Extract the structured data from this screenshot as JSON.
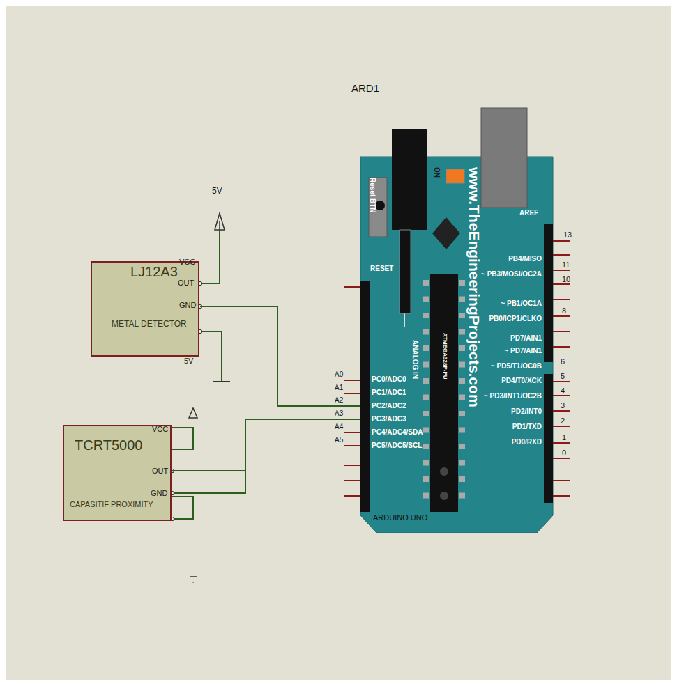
{
  "diagram": {
    "nodes": [
      {
        "text": [
          "LJ12A3",
          "METAL DETECTOR"
        ]
      },
      {
        "text": [
          "TCRT5000",
          "CAPASITIF PROXIMITY"
        ]
      },
      {
        "text": [
          "ARD1",
          "ARDUINO UNO"
        ]
      }
    ],
    "edges": [
      {
        "from": 0,
        "to": 2,
        "arrow": "none"
      },
      {
        "from": 1,
        "to": 2,
        "arrow": "none"
      }
    ],
    "labels": [
      "5V",
      "VCC",
      "OUT",
      "GND",
      "5V",
      "VCC",
      "OUT",
      "GND",
      "Reset BTN",
      "ON",
      "www.TheEngineeringProjects.com",
      "AREF",
      "RESET",
      "ANALOG IN",
      "ATMEGA328P-PU",
      "13",
      "PB4/MISO",
      "11",
      "~ PB3/MOSI/OC2A",
      "10",
      "~ PB1/OC1A",
      "PB0/ICP1/CLKO",
      "8",
      "PD7/AIN1",
      "6",
      "~ PD7/AIN1",
      "5",
      "~ PD5/T1/OC0B",
      "4",
      "PD4/T0/XCK",
      "3",
      "~ PD3/INT1/OC2B",
      "2",
      "PD2/INT0",
      "1",
      "PD1/TXD",
      "0",
      "PD0/RXD",
      "A0",
      "A1",
      "A2",
      "A3",
      "A4",
      "A5",
      "PC0/ADC0",
      "PC1/ADC1",
      "PC2/ADC2",
      "PC3/ADC3",
      "PC4/ADC4/SDA",
      "PC5/ADC5/SCL"
    ]
  }
}
